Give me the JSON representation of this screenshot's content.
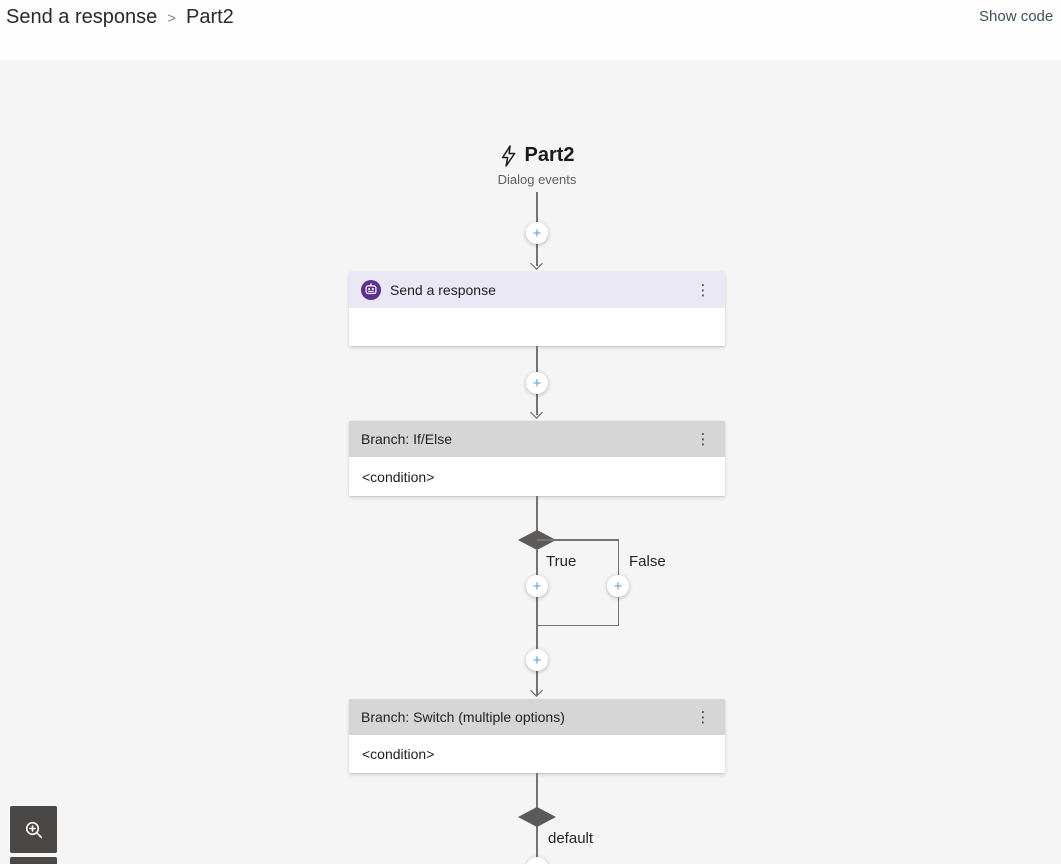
{
  "topbar": {
    "breadcrumb": [
      {
        "label": "Send a response"
      },
      {
        "label": "Part2"
      }
    ],
    "separator": ">",
    "show_code": "Show code"
  },
  "trigger": {
    "title": "Part2",
    "subtitle": "Dialog events"
  },
  "nodes": [
    {
      "title": "Send a response",
      "body": "",
      "header_style": "purple",
      "icon": "bot-message-icon"
    },
    {
      "title": "Branch: If/Else",
      "body": "<condition>",
      "header_style": "gray"
    },
    {
      "title": "Branch: Switch (multiple options)",
      "body": "<condition>",
      "header_style": "gray"
    }
  ],
  "branch_labels": {
    "true": "True",
    "false": "False",
    "default": "default"
  },
  "symbols": {
    "plus": "+",
    "kebab": "⋮"
  },
  "colors": {
    "accent_purple": "#5c2f91",
    "node_header_purple": "#eae8f4",
    "node_header_gray": "#d6d6d6",
    "plus_blue": "#4f9fdd",
    "connector_gray": "#767472",
    "canvas_bg": "#f5f5f5",
    "topbar_bg": "#fefefe",
    "show_code_text": "#3f5060"
  }
}
